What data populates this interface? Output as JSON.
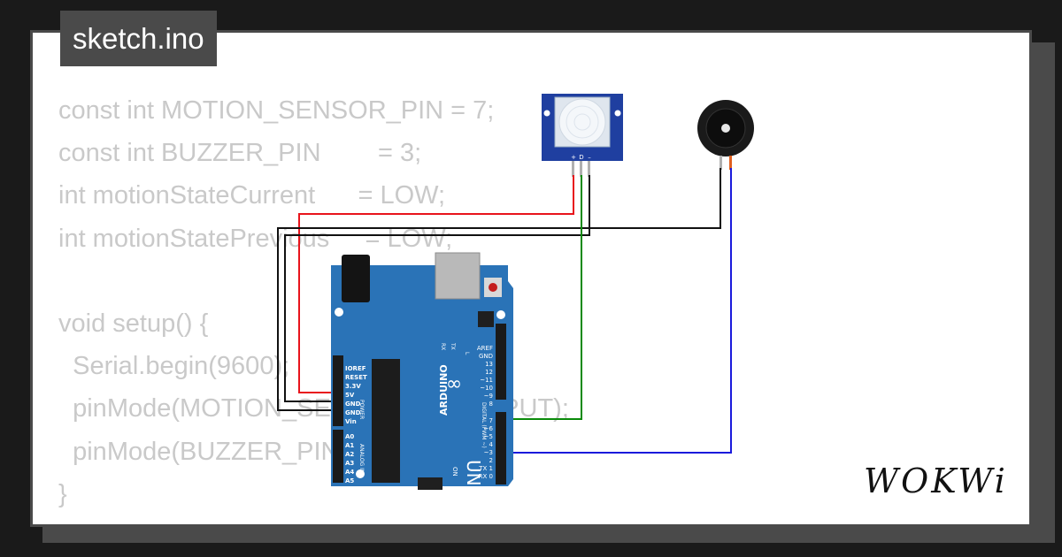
{
  "file_tab": {
    "name": "sketch.ino"
  },
  "code_lines": [
    "const int MOTION_SENSOR_PIN = 7;",
    "const int BUZZER_PIN        = 3;",
    "int motionStateCurrent      = LOW;",
    "int motionStatePrevious     = LOW;",
    "",
    "void setup() {",
    "  Serial.begin(9600);",
    "  pinMode(MOTION_SENSOR_PIN, INPUT);",
    "  pinMode(BUZZER_PIN, OUTPUT);",
    "}"
  ],
  "logo": {
    "text": "WOKWi"
  },
  "board": {
    "brand": "ARDUINO",
    "model": "UNO",
    "on_label": "ON",
    "l_label": "L",
    "tx_label": "TX",
    "rx_label": "RX",
    "digital_label": "DIGITAL (PWM ~)",
    "power_label": "POWER",
    "analog_label": "ANALOG IN",
    "power_pins": [
      "IOREF",
      "RESET",
      "3.3V",
      "5V",
      "GND",
      "GND",
      "Vin"
    ],
    "analog_pins": [
      "A0",
      "A1",
      "A2",
      "A3",
      "A4",
      "A5"
    ],
    "digital_top": [
      "AREF",
      "GND",
      "13",
      "12",
      "~11",
      "~10",
      "~9",
      "8"
    ],
    "digital_bottom": [
      "7",
      "~6",
      "~5",
      "4",
      "~3",
      "2",
      "TX 1",
      "RX 0"
    ]
  },
  "pir": {
    "pin_labels": [
      "+",
      "D",
      "–"
    ]
  },
  "colors": {
    "vcc_wire": "#e8141c",
    "gnd_wire": "#111111",
    "signal_wire": "#0a8a0a",
    "buzzer_wire": "#1a1adc",
    "board": "#2a73b7"
  }
}
